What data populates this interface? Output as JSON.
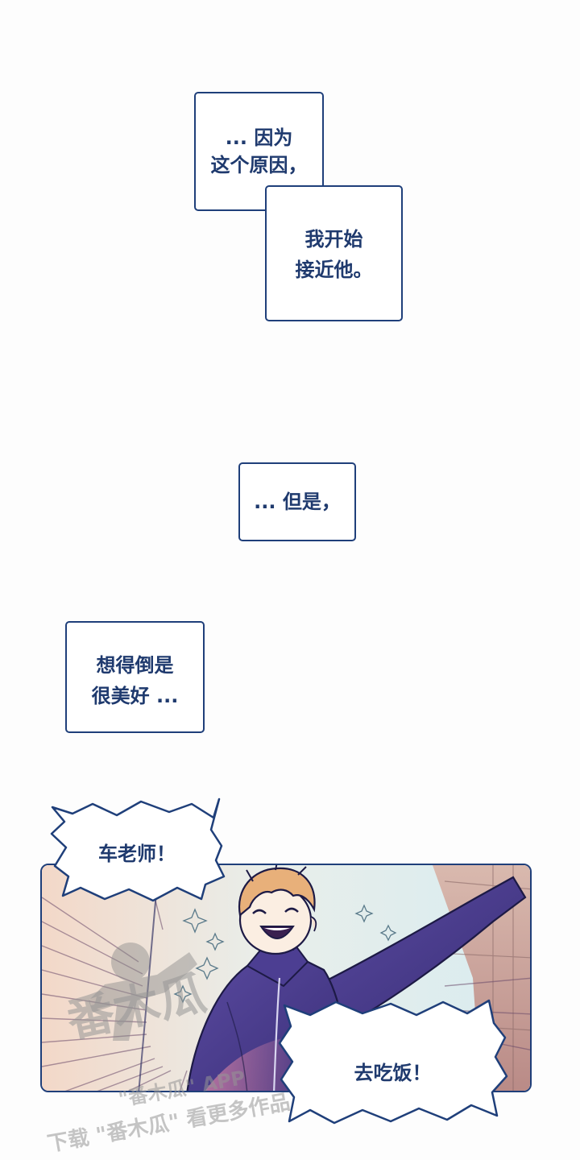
{
  "captions": {
    "box1": [
      "... 因为",
      "这个原因，"
    ],
    "box2": [
      "我开始",
      "接近他。"
    ],
    "box3": [
      "... 但是，"
    ],
    "box4": [
      "想得倒是",
      "很美好 ..."
    ]
  },
  "bubbles": {
    "top": "车老师！",
    "bottom": "去吃饭！"
  },
  "watermark": {
    "big": "番木瓜",
    "app": "\"番木瓜\" APP",
    "line": "下载 \"番木瓜\" 看更多作品"
  },
  "colors": {
    "ink": "#1f3f7a",
    "jacket": "#4a3a8c",
    "hair": "#e2a870"
  }
}
